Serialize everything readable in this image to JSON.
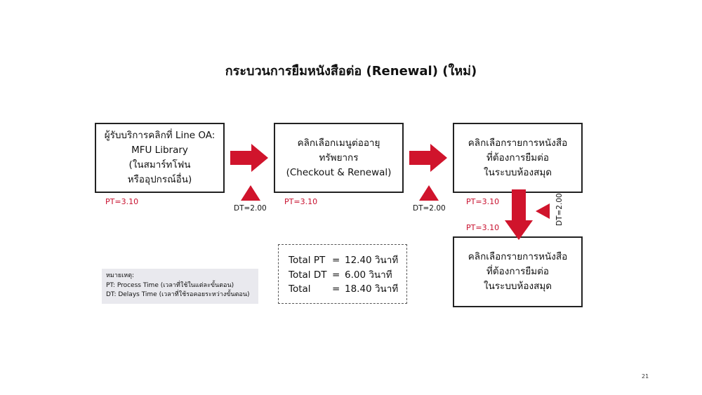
{
  "title": "กระบวนการยืมหนังสือต่อ (Renewal) (ใหม่)",
  "steps": [
    {
      "lines": [
        "ผู้รับบริการคลิกที่ Line OA:",
        "MFU Library",
        "(ในสมาร์ทโฟน",
        "หรืออุปกรณ์อื่น)"
      ]
    },
    {
      "lines": [
        "คลิกเลือกเมนูต่ออายุ",
        "ทรัพยากร",
        "(Checkout & Renewal)"
      ]
    },
    {
      "lines": [
        "คลิกเลือกรายการหนังสือ",
        "ที่ต้องการยืมต่อ",
        "ในระบบห้องสมุด"
      ]
    },
    {
      "lines": [
        "คลิกเลือกรายการหนังสือ",
        "ที่ต้องการยืมต่อ",
        "ในระบบห้องสมุด"
      ]
    }
  ],
  "process_times": [
    "PT=3.10",
    "PT=3.10",
    "PT=3.10",
    "PT=3.10"
  ],
  "delay_times": [
    "DT=2.00",
    "DT=2.00",
    "DT=2.00"
  ],
  "notes": {
    "heading": "หมายเหตุ:",
    "pt": "PT: Process Time (เวลาที่ใช้ในแต่ละขั้นตอน)",
    "dt": "DT: Delays Time (เวลาที่ใช้รอคอยระหว่างขั้นตอน)"
  },
  "totals": [
    {
      "label": "Total PT",
      "eq": "=",
      "value": "12.40 วินาที"
    },
    {
      "label": "Total DT",
      "eq": "=",
      "value": "6.00 วินาที"
    },
    {
      "label": "Total",
      "eq": "=",
      "value": "18.40 วินาที"
    }
  ],
  "page_number": "21",
  "colors": {
    "accent": "#c8102e",
    "border": "#222222",
    "notes_bg": "#e9e9ee"
  },
  "icons": {
    "flow_arrow": "red-block-arrow",
    "delay_marker": "red-triangle"
  }
}
